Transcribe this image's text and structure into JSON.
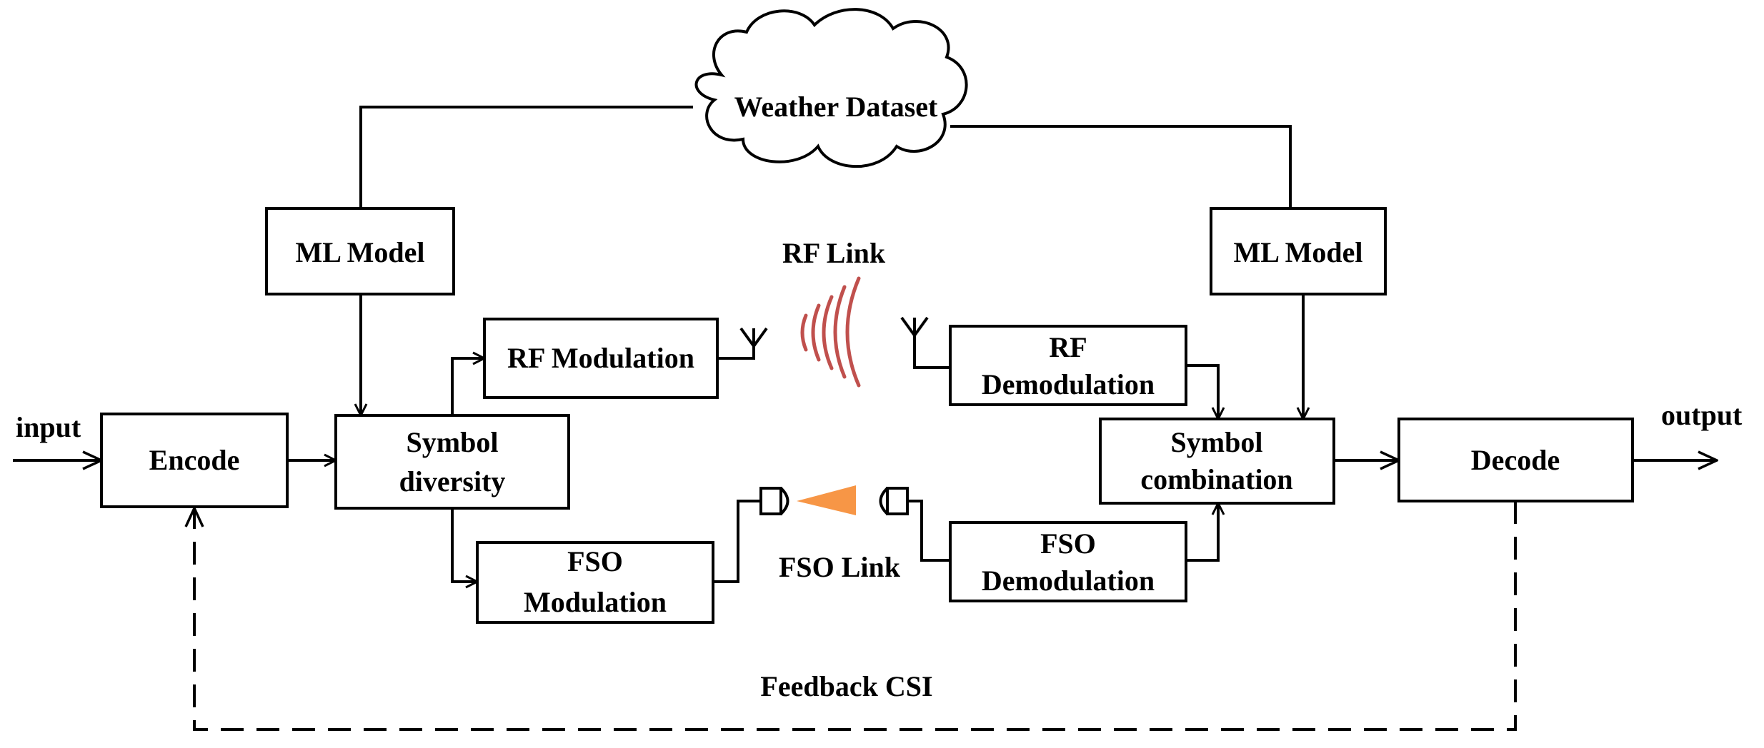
{
  "blocks": {
    "encode": "Encode",
    "ml_model_left": "ML Model",
    "ml_model_right": "ML Model",
    "symbol_diversity": [
      "Symbol",
      "diversity"
    ],
    "rf_modulation": "RF Modulation",
    "fso_modulation": [
      "FSO",
      "Modulation"
    ],
    "rf_demodulation": [
      "RF",
      "Demodulation"
    ],
    "fso_demodulation": [
      "FSO",
      "Demodulation"
    ],
    "symbol_combination": [
      "Symbol",
      "combination"
    ],
    "decode": "Decode"
  },
  "cloud_label": "Weather Dataset",
  "link_labels": {
    "rf_link": "RF Link",
    "fso_link": "FSO Link",
    "feedback": "Feedback CSI"
  },
  "io": {
    "input": "input",
    "output": "output"
  },
  "colors": {
    "rf_waves": "#c0504d",
    "fso_beam": "#f79646"
  }
}
